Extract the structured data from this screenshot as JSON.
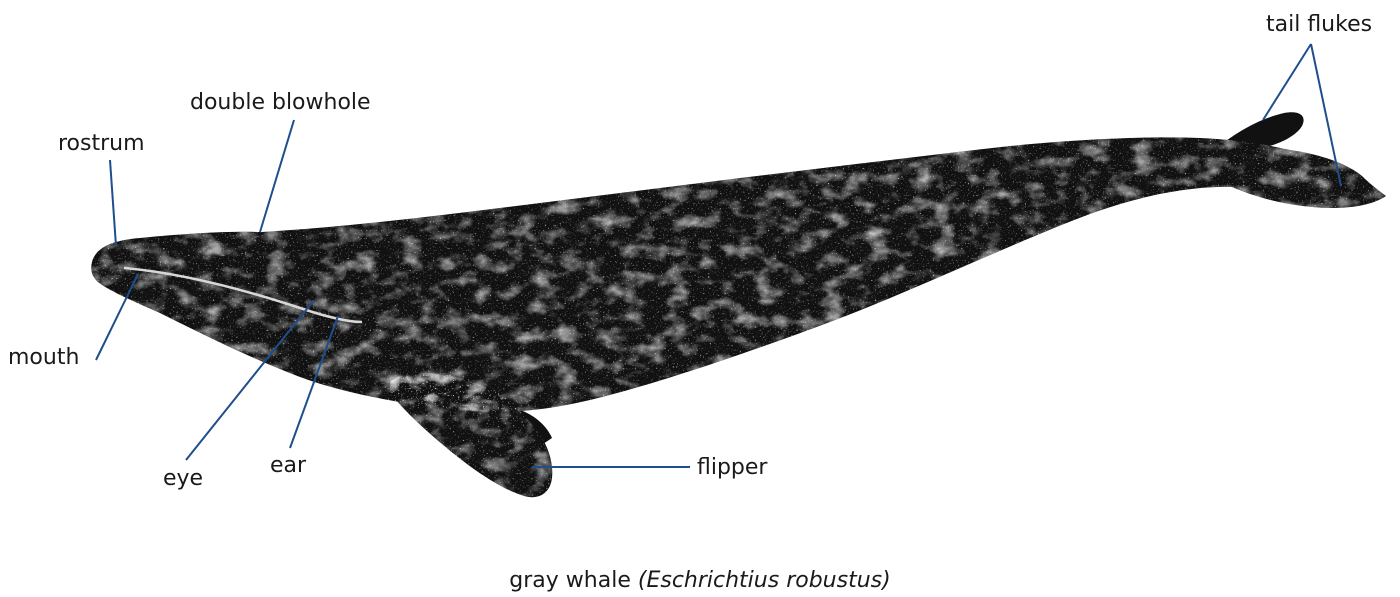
{
  "labels": {
    "tail_flukes": "tail flukes",
    "double_blowhole": "double blowhole",
    "rostrum": "rostrum",
    "mouth": "mouth",
    "eye": "eye",
    "ear": "ear",
    "flipper": "flipper"
  },
  "caption": {
    "common_name": "gray whale",
    "scientific_name": "(Eschrichtius robustus)"
  },
  "colors": {
    "leader_line": "#1f4e8c",
    "whale_body": "#111111",
    "whale_mottle": "#ffffff"
  }
}
